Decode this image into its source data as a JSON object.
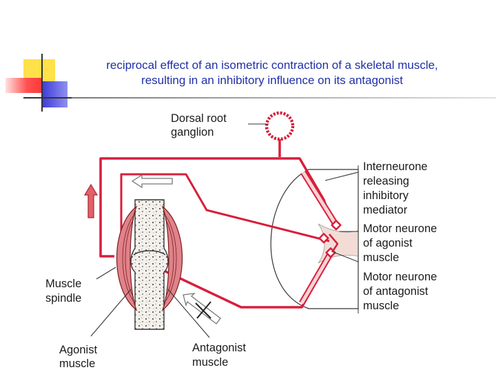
{
  "slide": {
    "title_line1": "reciprocal effect of an isometric contraction of a skeletal muscle,",
    "title_line2": "resulting in an inhibitory influence on its antagonist"
  },
  "diagram": {
    "labels": {
      "dorsal_root_1": "Dorsal root",
      "dorsal_root_2": "ganglion",
      "interneurone_1": "Interneurone",
      "interneurone_2": "releasing",
      "interneurone_3": "inhibitory",
      "interneurone_4": "mediator",
      "motor_agonist_1": "Motor neurone",
      "motor_agonist_2": "of agonist",
      "motor_agonist_3": "muscle",
      "motor_antagonist_1": "Motor neurone",
      "motor_antagonist_2": "of antagonist",
      "motor_antagonist_3": "muscle",
      "spindle_1": "Muscle",
      "spindle_2": "spindle",
      "agonist_1": "Agonist",
      "agonist_2": "muscle",
      "antagonist_1": "Antagonist",
      "antagonist_2": "muscle"
    },
    "colors": {
      "nerve": "#d81e3c",
      "muscle": "#e0828a",
      "title": "#1f2fa8",
      "cord_fill": "#f3dcd6"
    }
  }
}
